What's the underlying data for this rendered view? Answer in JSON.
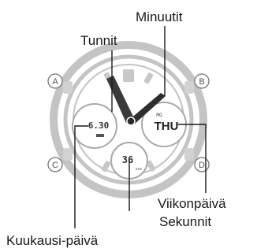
{
  "labels": {
    "minutes": "Minuutit",
    "hours": "Tunnit",
    "weekday": "Viikonpäivä",
    "seconds": "Sekunnit",
    "month_day": "Kuukausi-päivä"
  },
  "buttons": {
    "a": "A",
    "b": "B",
    "c": "C",
    "d": "D"
  },
  "dials": {
    "left_value": "6.30",
    "right_prefix": "MO",
    "right_value": "THU",
    "bottom_value": "36",
    "bottom_unit": "sec"
  },
  "colors": {
    "line": "#1a1a1a",
    "case": "#bcbcbc",
    "hand": "#333333",
    "text": "#1a1a1a"
  }
}
